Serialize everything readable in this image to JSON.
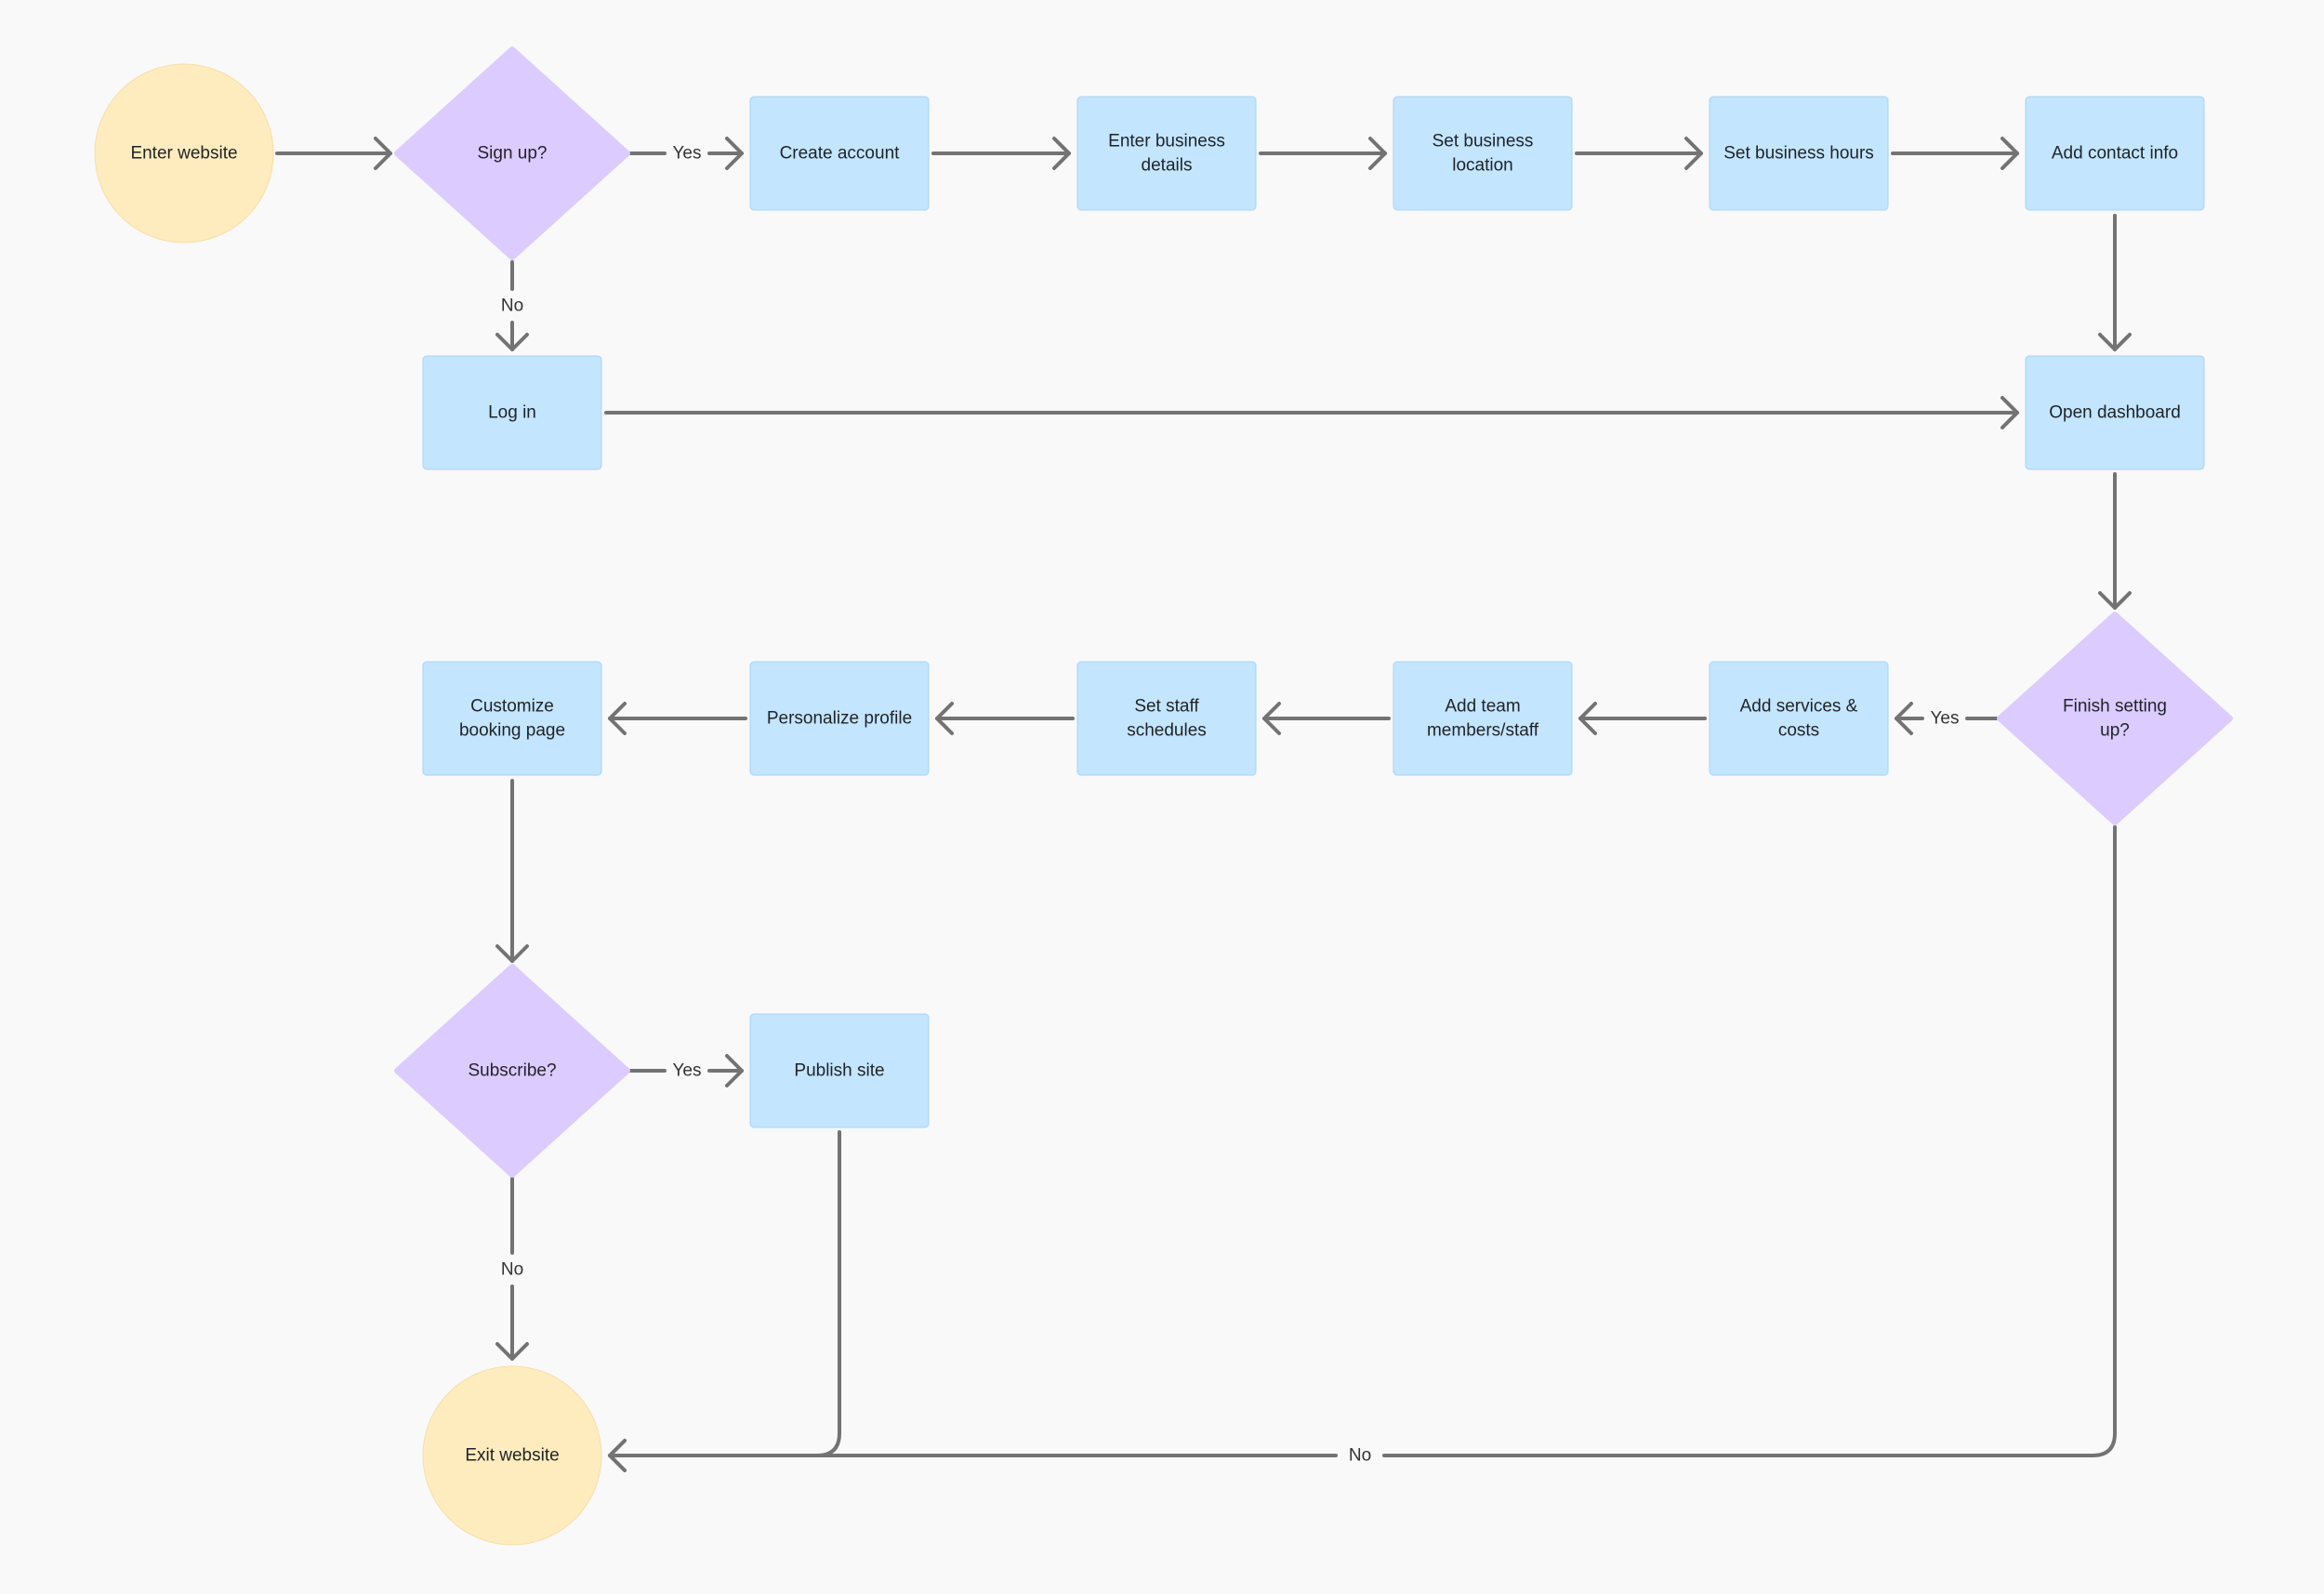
{
  "colors": {
    "background": "#f9f9fa",
    "process_fill": "#c3e5fd",
    "process_stroke": "#a9d3f2",
    "decision_fill": "#dccbff",
    "terminal_fill": "#ffecbe",
    "arrow": "#737373",
    "text": "#1f2328"
  },
  "nodes": {
    "enter_website": {
      "shape": "terminal",
      "label": [
        "Enter website"
      ]
    },
    "sign_up": {
      "shape": "decision",
      "label": [
        "Sign up?"
      ]
    },
    "create_account": {
      "shape": "process",
      "label": [
        "Create account"
      ]
    },
    "enter_business_details": {
      "shape": "process",
      "label": [
        "Enter business",
        "details"
      ]
    },
    "set_business_location": {
      "shape": "process",
      "label": [
        "Set business",
        "location"
      ]
    },
    "set_business_hours": {
      "shape": "process",
      "label": [
        "Set business hours"
      ]
    },
    "add_contact_info": {
      "shape": "process",
      "label": [
        "Add contact info"
      ]
    },
    "log_in": {
      "shape": "process",
      "label": [
        "Log in"
      ]
    },
    "open_dashboard": {
      "shape": "process",
      "label": [
        "Open dashboard"
      ]
    },
    "finish_setting_up": {
      "shape": "decision",
      "label": [
        "Finish setting",
        "up?"
      ]
    },
    "add_services_costs": {
      "shape": "process",
      "label": [
        "Add services &",
        "costs"
      ]
    },
    "add_team_members": {
      "shape": "process",
      "label": [
        "Add team",
        "members/staff"
      ]
    },
    "set_staff_schedules": {
      "shape": "process",
      "label": [
        "Set staff",
        "schedules"
      ]
    },
    "personalize_profile": {
      "shape": "process",
      "label": [
        "Personalize profile"
      ]
    },
    "customize_booking_page": {
      "shape": "process",
      "label": [
        "Customize",
        "booking page"
      ]
    },
    "subscribe": {
      "shape": "decision",
      "label": [
        "Subscribe?"
      ]
    },
    "publish_site": {
      "shape": "process",
      "label": [
        "Publish site"
      ]
    },
    "exit_website": {
      "shape": "terminal",
      "label": [
        "Exit website"
      ]
    }
  },
  "edges": [
    {
      "from": "enter_website",
      "to": "sign_up",
      "label": ""
    },
    {
      "from": "sign_up",
      "to": "create_account",
      "label": "Yes"
    },
    {
      "from": "sign_up",
      "to": "log_in",
      "label": "No"
    },
    {
      "from": "create_account",
      "to": "enter_business_details",
      "label": ""
    },
    {
      "from": "enter_business_details",
      "to": "set_business_location",
      "label": ""
    },
    {
      "from": "set_business_location",
      "to": "set_business_hours",
      "label": ""
    },
    {
      "from": "set_business_hours",
      "to": "add_contact_info",
      "label": ""
    },
    {
      "from": "add_contact_info",
      "to": "open_dashboard",
      "label": ""
    },
    {
      "from": "log_in",
      "to": "open_dashboard",
      "label": ""
    },
    {
      "from": "open_dashboard",
      "to": "finish_setting_up",
      "label": ""
    },
    {
      "from": "finish_setting_up",
      "to": "add_services_costs",
      "label": "Yes"
    },
    {
      "from": "finish_setting_up",
      "to": "exit_website",
      "label": "No"
    },
    {
      "from": "add_services_costs",
      "to": "add_team_members",
      "label": ""
    },
    {
      "from": "add_team_members",
      "to": "set_staff_schedules",
      "label": ""
    },
    {
      "from": "set_staff_schedules",
      "to": "personalize_profile",
      "label": ""
    },
    {
      "from": "personalize_profile",
      "to": "customize_booking_page",
      "label": ""
    },
    {
      "from": "customize_booking_page",
      "to": "subscribe",
      "label": ""
    },
    {
      "from": "subscribe",
      "to": "publish_site",
      "label": "Yes"
    },
    {
      "from": "subscribe",
      "to": "exit_website",
      "label": "No"
    },
    {
      "from": "publish_site",
      "to": "exit_website",
      "label": ""
    }
  ]
}
